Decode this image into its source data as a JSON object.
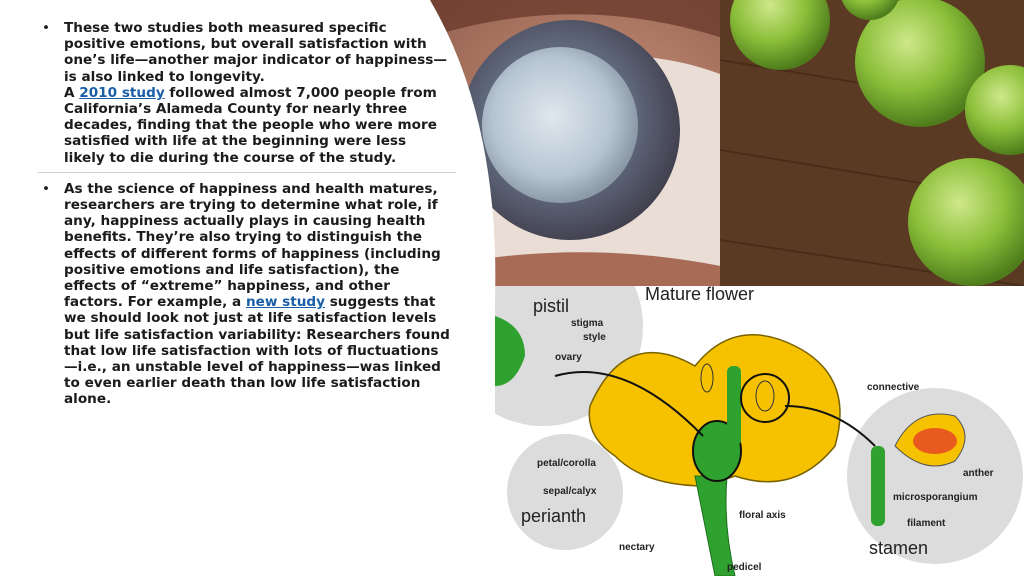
{
  "bullets": [
    {
      "marker": "•",
      "line1": "These two studies both measured specific positive emotions, but overall satisfaction with one’s life—another major indicator of happiness—is also linked to longevity.",
      "line2_pre": "A ",
      "link": "2010 study",
      "line2_post": " followed almost 7,000 people from California’s Alameda County for nearly three decades, finding that the people who were more satisfied with life at the beginning were less likely to die during the course of the study."
    },
    {
      "marker": "•",
      "pre": "As the science of happiness and health matures, researchers are trying to determine what role, if any, happiness actually plays in causing health benefits. They’re also trying to distinguish the effects of different forms of happiness (including positive emotions and life satisfaction), the effects of “extreme” happiness, and other factors. For example, a ",
      "link": "new study",
      "post": " suggests that we should look not just at life satisfaction levels but life satisfaction variability: Researchers found that low life satisfaction with lots of fluctuations—i.e., an unstable level of happiness—was linked to even earlier death than low life satisfaction alone."
    }
  ],
  "diagram": {
    "title": "Mature flower",
    "labels": {
      "pistil": "pistil",
      "stigma": "stigma",
      "style": "style",
      "ovary": "ovary",
      "connective": "connective",
      "anther": "anther",
      "microsporangium": "microsporangium",
      "filament": "filament",
      "stamen": "stamen",
      "petal": "petal/corolla",
      "sepal": "sepal/calyx",
      "perianth": "perianth",
      "floral_axis": "floral axis",
      "nectary": "nectary",
      "pedicel": "pedicel"
    }
  },
  "colors": {
    "accent": "#e8772e",
    "link": "#1a5ea8",
    "petal": "#f6c200",
    "stem": "#2fa12f"
  }
}
